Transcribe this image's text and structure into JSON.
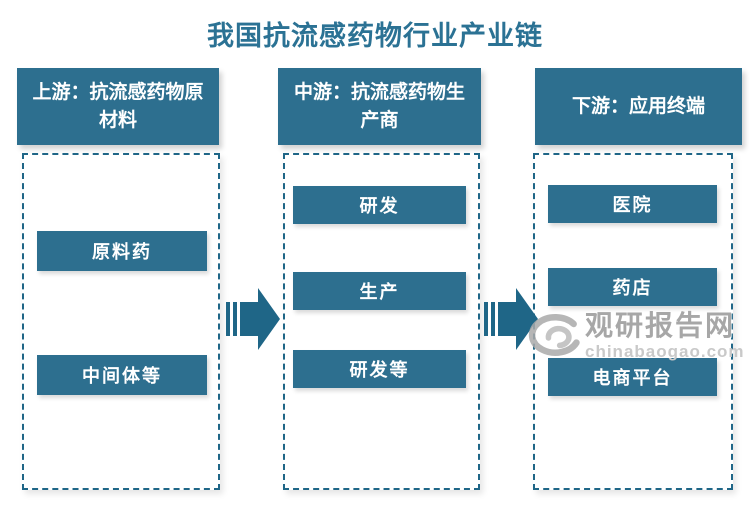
{
  "title": "我国抗流感药物行业产业链",
  "columns": [
    {
      "id": "upstream",
      "header": "上游：抗流感药物原材料",
      "items": [
        "原料药",
        "中间体等"
      ]
    },
    {
      "id": "midstream",
      "header": "中游：抗流感药物生产商",
      "items": [
        "研发",
        "生产",
        "研发等"
      ]
    },
    {
      "id": "downstream",
      "header": "下游：应用终端",
      "items": [
        "医院",
        "药店",
        "电商平台"
      ]
    }
  ],
  "watermark": {
    "name": "观研报告网",
    "domain": "chinabaogao.com"
  },
  "icons": {
    "flow_arrow": "striped-right-arrow",
    "logo": "swirl-eye-logo"
  },
  "colors": {
    "box_teal": "#2d6f8f",
    "arrow_teal": "#1f6687",
    "dashed_border": "#1f6687",
    "title_text": "#2b7294",
    "watermark_gray": "#a7a7a7",
    "watermark_light_gray": "#c9c9c9",
    "background": "#ffffff"
  }
}
